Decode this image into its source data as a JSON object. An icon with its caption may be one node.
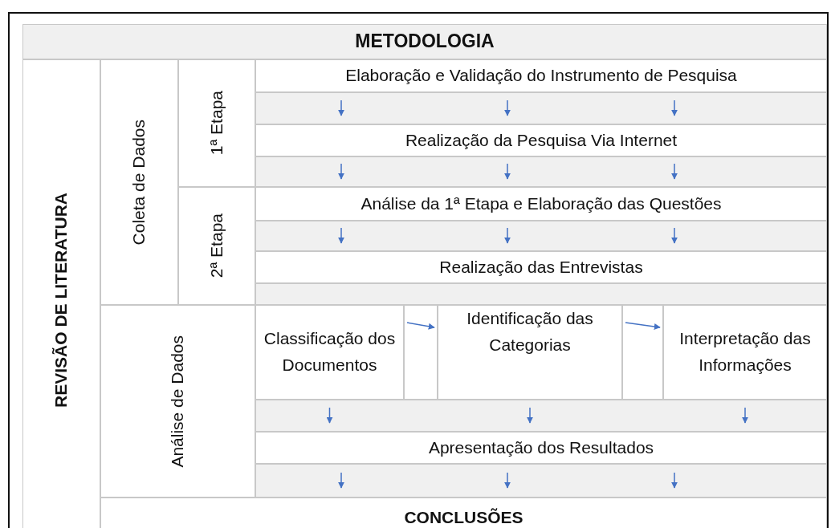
{
  "diagram": {
    "nodes": [
      {
        "text": [
          "METODOLOGIA"
        ]
      },
      {
        "text": [
          "REVISÃO DE LITERATURA"
        ]
      },
      {
        "text": [
          "Coleta de Dados"
        ]
      },
      {
        "text": [
          "1ª Etapa"
        ]
      },
      {
        "text": [
          "2ª Etapa"
        ]
      },
      {
        "text": [
          "Elaboração e Validação do Instrumento de Pesquisa"
        ]
      },
      {
        "text": [
          "Realização da Pesquisa Via Internet"
        ]
      },
      {
        "text": [
          "Análise da 1ª Etapa e Elaboração das Questões"
        ]
      },
      {
        "text": [
          "Realização das Entrevistas"
        ]
      },
      {
        "text": [
          "Análise de Dados"
        ]
      },
      {
        "text": [
          "Classificação dos Documentos"
        ]
      },
      {
        "text": [
          "Identificação das Categorias"
        ]
      },
      {
        "text": [
          "Interpretação das Informações"
        ]
      },
      {
        "text": [
          "Apresentação dos Resultados"
        ]
      },
      {
        "text": [
          "CONCLUSÕES"
        ]
      }
    ],
    "edges": [
      {
        "from": 5,
        "to": 6,
        "arrow": "to"
      },
      {
        "from": 5,
        "to": 6,
        "arrow": "to"
      },
      {
        "from": 5,
        "to": 6,
        "arrow": "to"
      },
      {
        "from": 6,
        "to": 7,
        "arrow": "to"
      },
      {
        "from": 6,
        "to": 7,
        "arrow": "to"
      },
      {
        "from": 6,
        "to": 7,
        "arrow": "to"
      },
      {
        "from": 7,
        "to": 8,
        "arrow": "to"
      },
      {
        "from": 7,
        "to": 8,
        "arrow": "to"
      },
      {
        "from": 7,
        "to": 8,
        "arrow": "to"
      },
      {
        "from": 10,
        "to": 11,
        "arrow": "to"
      },
      {
        "from": 11,
        "to": 12,
        "arrow": "to"
      },
      {
        "from": 10,
        "to": 13,
        "arrow": "to"
      },
      {
        "from": 11,
        "to": 13,
        "arrow": "to"
      },
      {
        "from": 12,
        "to": 13,
        "arrow": "to"
      },
      {
        "from": 13,
        "to": 14,
        "arrow": "to"
      },
      {
        "from": 13,
        "to": 14,
        "arrow": "to"
      },
      {
        "from": 13,
        "to": 14,
        "arrow": "to"
      }
    ]
  }
}
